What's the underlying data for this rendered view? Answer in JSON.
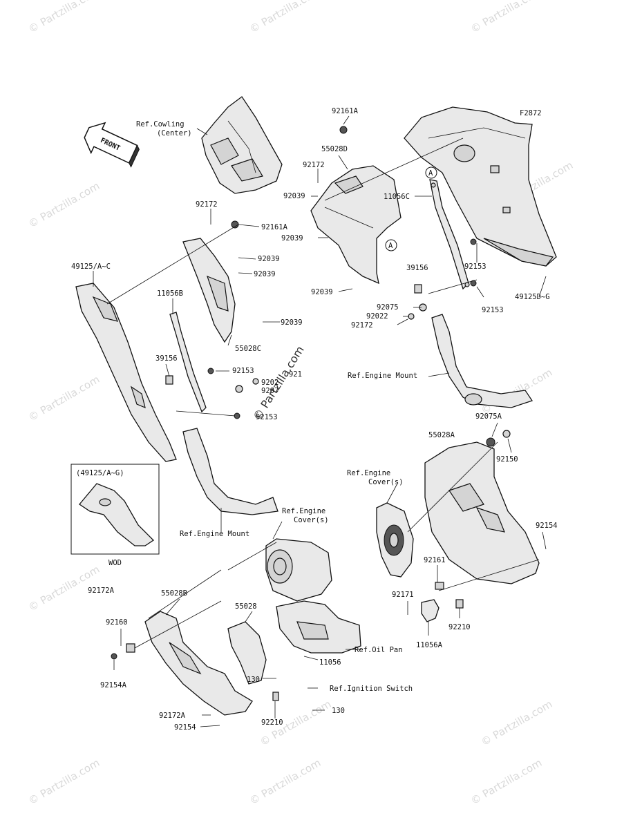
{
  "figure_code": "F2872",
  "front_arrow_label": "FRONT",
  "watermark_text": "© Partzilla.com",
  "center_watermark": "© Partzilla.com",
  "inset": {
    "title": "(49125/A~G)",
    "caption": "WOD"
  },
  "circle_marker": "A",
  "labels": {
    "ref_cowling_1": "Ref.Cowling",
    "ref_cowling_2": "(Center)",
    "p92161A_top": "92161A",
    "p55028D": "55028D",
    "p92172_top": "92172",
    "p92039_a": "92039",
    "p92039_b": "92039",
    "p92039_c": "92039",
    "p11056C": "11056C",
    "p39156_r": "39156",
    "p92153_r1": "92153",
    "p92153_r2": "92153",
    "p49125DG": "49125D~G",
    "p92075_r": "92075",
    "p92022_r": "92022",
    "p92172_r": "92172",
    "ref_engine_mount_r": "Ref.Engine Mount",
    "p92172_l": "92172",
    "p92161A_l": "92161A",
    "p92039_l1": "92039",
    "p92039_l2": "92039",
    "p92039_l3": "92039",
    "p49125AC": "49125/A~C",
    "p11056B": "11056B",
    "p55028C": "55028C",
    "p39156_l": "39156",
    "p92153_l1": "92153",
    "p92172_l2": "921",
    "p92022_l": "9202",
    "p92075_l": "9207",
    "p92153_l2": "92153",
    "ref_engine_mount_l": "Ref.Engine Mount",
    "ref_engine_cover_1a": "Ref.Engine",
    "ref_engine_cover_1b": "Cover(s)",
    "ref_engine_cover_2a": "Ref.Engine",
    "ref_engine_cover_2b": "Cover(s)",
    "p92075A": "92075A",
    "p55028A": "55028A",
    "p92150": "92150",
    "p92154_r": "92154",
    "p92161": "92161",
    "p92171": "92171",
    "p92210_r": "92210",
    "p11056A": "11056A",
    "p92172A_1": "92172A",
    "p55028B": "55028B",
    "p55028": "55028",
    "p92160": "92160",
    "p92154A": "92154A",
    "ref_oil_pan": "Ref.Oil Pan",
    "p11056": "11056",
    "p130_a": "130",
    "ref_ignition_switch": "Ref.Ignition Switch",
    "p130_b": "130",
    "p92172A_2": "92172A",
    "p92154_l": "92154",
    "p92210_l": "92210"
  }
}
